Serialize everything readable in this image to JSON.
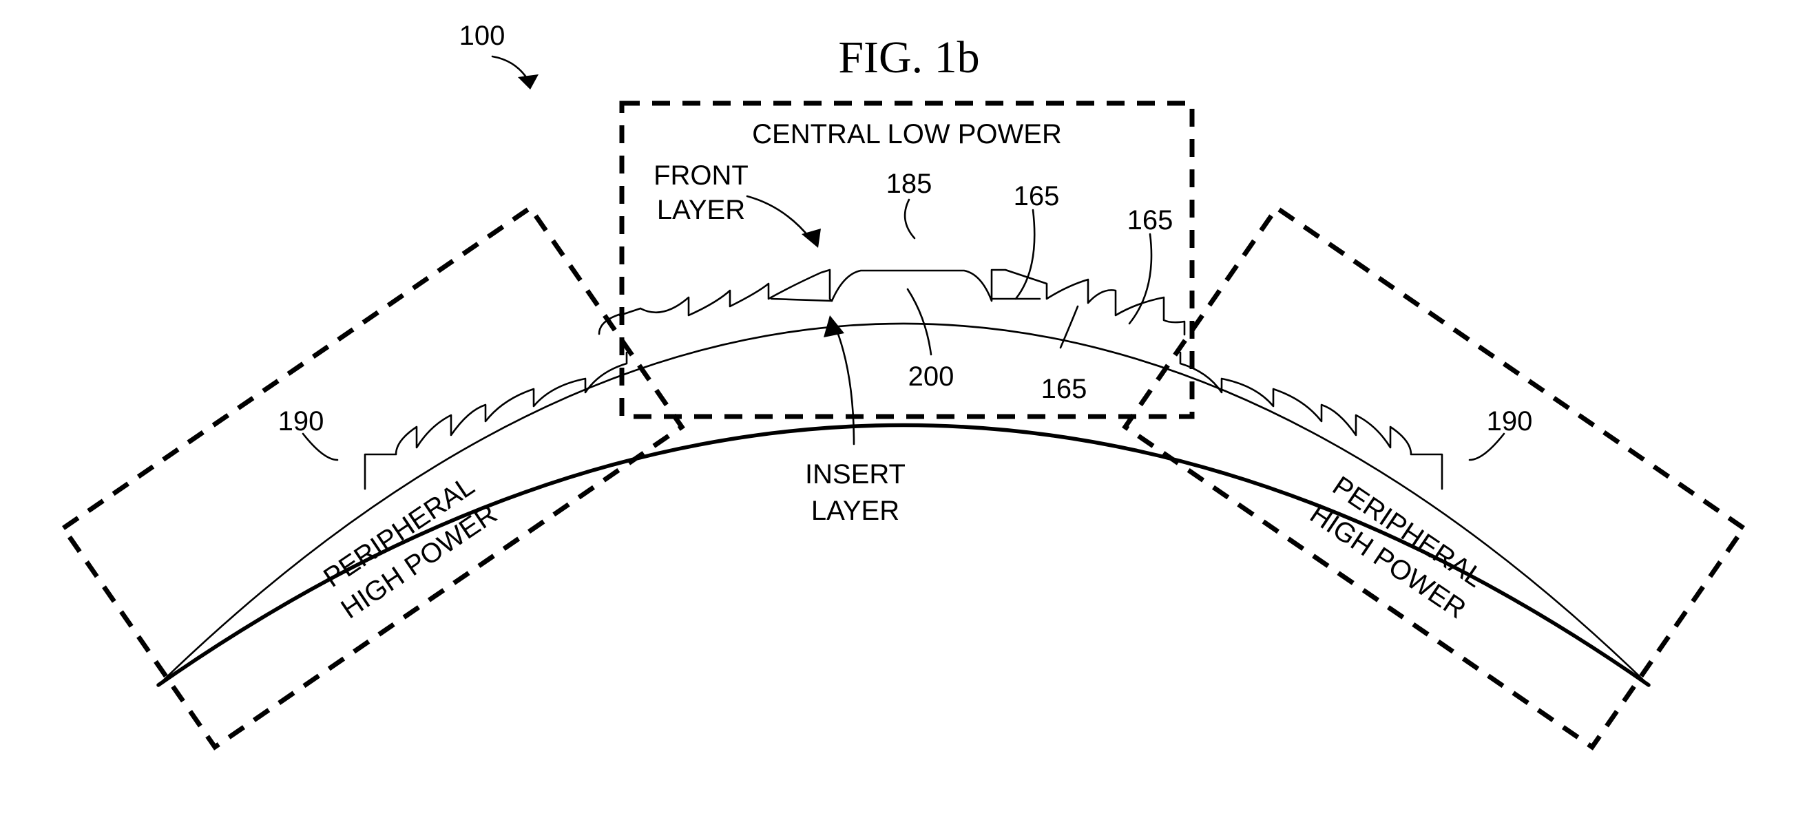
{
  "figure": {
    "title": "FIG. 1b",
    "ref_main": "100",
    "box_central_title": "CENTRAL LOW POWER",
    "front_layer_line1": "FRONT",
    "front_layer_line2": "LAYER",
    "insert_layer_line1": "INSERT",
    "insert_layer_line2": "LAYER",
    "peripheral_line1": "PERIPHERAL",
    "peripheral_line2": "HIGH POWER",
    "ref_185": "185",
    "ref_165": "165",
    "ref_200": "200",
    "ref_190": "190"
  }
}
